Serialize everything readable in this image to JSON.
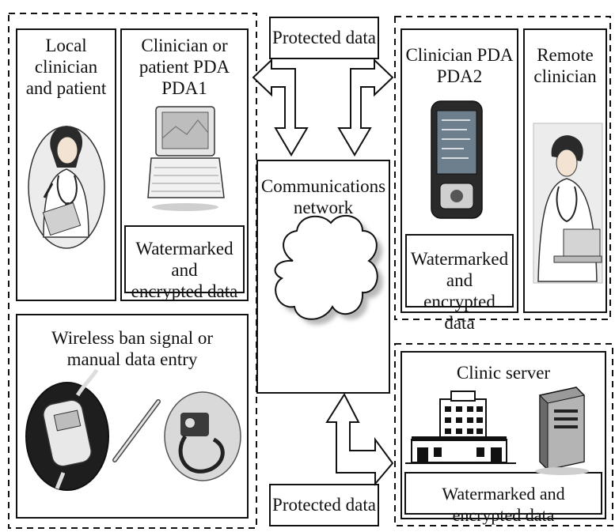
{
  "labels": {
    "local_clinician": "Local\nclinician\nand patient",
    "pda1": "Clinician or\npatient PDA\nPDA1",
    "pda1_data": "Watermarked and\nencrypted data",
    "protected_top": "Protected data",
    "comm_network": "Communications\nnetwork",
    "pda2": "Clinician PDA\nPDA2",
    "remote_clinician": "Remote\nclinician",
    "pda2_data": "Watermarked and\nencrypted data",
    "wireless": "Wireless ban signal or\nmanual data entry",
    "clinic_server": "Clinic server",
    "server_data": "Watermarked and encrypted data",
    "protected_bottom": "Protected data"
  },
  "colors": {
    "line": "#111111",
    "photo_bg": "#e9e9e9",
    "dark_device": "#1c1c1c",
    "shadow": "#b8b8b8"
  }
}
